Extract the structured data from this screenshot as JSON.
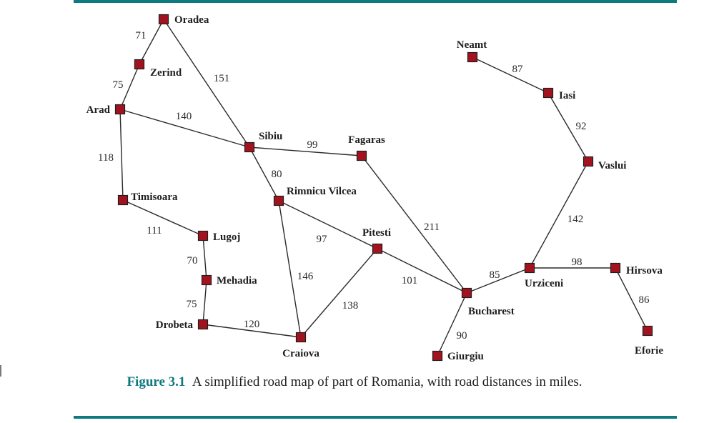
{
  "figure": {
    "number": "Figure 3.1",
    "caption": "A simplified road map of part of Romania, with road distances in miles."
  },
  "colors": {
    "accent_rule": "#0d7a80",
    "city_marker": "#a3121f",
    "road": "#2a2a2a"
  },
  "map": {
    "cities": [
      {
        "id": "oradea",
        "name": "Oradea"
      },
      {
        "id": "zerind",
        "name": "Zerind"
      },
      {
        "id": "arad",
        "name": "Arad"
      },
      {
        "id": "timisoara",
        "name": "Timisoara"
      },
      {
        "id": "lugoj",
        "name": "Lugoj"
      },
      {
        "id": "mehadia",
        "name": "Mehadia"
      },
      {
        "id": "drobeta",
        "name": "Drobeta"
      },
      {
        "id": "craiova",
        "name": "Craiova"
      },
      {
        "id": "sibiu",
        "name": "Sibiu"
      },
      {
        "id": "rimnicu",
        "name": "Rimnicu Vilcea"
      },
      {
        "id": "fagaras",
        "name": "Fagaras"
      },
      {
        "id": "pitesti",
        "name": "Pitesti"
      },
      {
        "id": "bucharest",
        "name": "Bucharest"
      },
      {
        "id": "giurgiu",
        "name": "Giurgiu"
      },
      {
        "id": "urziceni",
        "name": "Urziceni"
      },
      {
        "id": "hirsova",
        "name": "Hirsova"
      },
      {
        "id": "eforie",
        "name": "Eforie"
      },
      {
        "id": "vaslui",
        "name": "Vaslui"
      },
      {
        "id": "iasi",
        "name": "Iasi"
      },
      {
        "id": "neamt",
        "name": "Neamt"
      }
    ],
    "roads": [
      {
        "from": "oradea",
        "to": "zerind",
        "distance": "71"
      },
      {
        "from": "zerind",
        "to": "arad",
        "distance": "75"
      },
      {
        "from": "oradea",
        "to": "sibiu",
        "distance": "151"
      },
      {
        "from": "arad",
        "to": "sibiu",
        "distance": "140"
      },
      {
        "from": "arad",
        "to": "timisoara",
        "distance": "118"
      },
      {
        "from": "timisoara",
        "to": "lugoj",
        "distance": "111"
      },
      {
        "from": "lugoj",
        "to": "mehadia",
        "distance": "70"
      },
      {
        "from": "mehadia",
        "to": "drobeta",
        "distance": "75"
      },
      {
        "from": "drobeta",
        "to": "craiova",
        "distance": "120"
      },
      {
        "from": "sibiu",
        "to": "fagaras",
        "distance": "99"
      },
      {
        "from": "sibiu",
        "to": "rimnicu",
        "distance": "80"
      },
      {
        "from": "rimnicu",
        "to": "pitesti",
        "distance": "97"
      },
      {
        "from": "rimnicu",
        "to": "craiova",
        "distance": "146"
      },
      {
        "from": "craiova",
        "to": "pitesti",
        "distance": "138"
      },
      {
        "from": "pitesti",
        "to": "bucharest",
        "distance": "101"
      },
      {
        "from": "fagaras",
        "to": "bucharest",
        "distance": "211"
      },
      {
        "from": "bucharest",
        "to": "giurgiu",
        "distance": "90"
      },
      {
        "from": "bucharest",
        "to": "urziceni",
        "distance": "85"
      },
      {
        "from": "urziceni",
        "to": "hirsova",
        "distance": "98"
      },
      {
        "from": "hirsova",
        "to": "eforie",
        "distance": "86"
      },
      {
        "from": "urziceni",
        "to": "vaslui",
        "distance": "142"
      },
      {
        "from": "vaslui",
        "to": "iasi",
        "distance": "92"
      },
      {
        "from": "iasi",
        "to": "neamt",
        "distance": "87"
      }
    ]
  }
}
